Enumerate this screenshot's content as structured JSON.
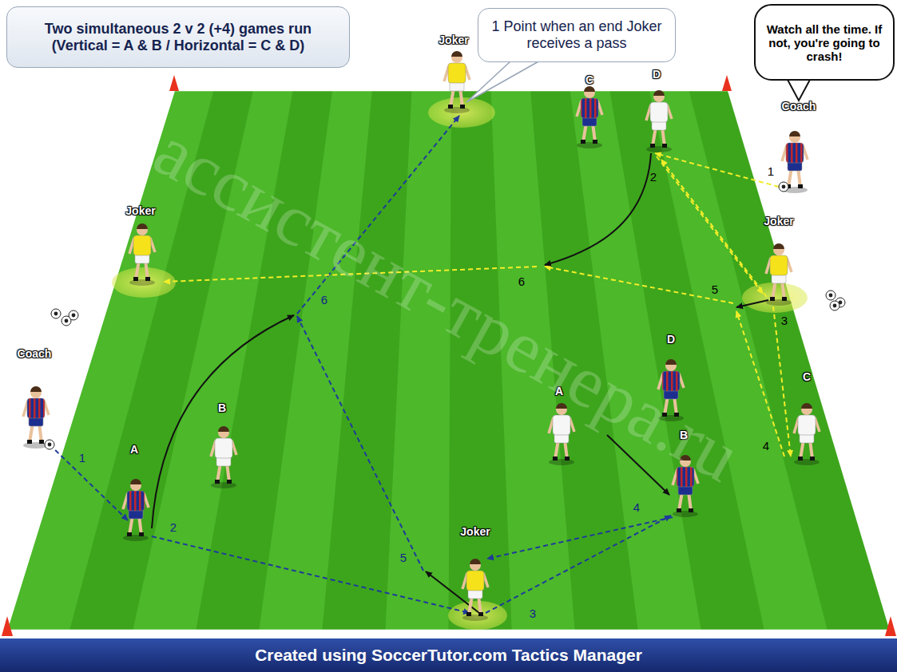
{
  "diagram": {
    "nodes": [
      {
        "text": [
          "Two simultaneous 2 v 2 (+4) games run (Vertical = A & B  /  Horizontal = C & D)"
        ]
      },
      {
        "text": [
          "1 Point when an end Joker receives a pass"
        ]
      },
      {
        "text": [
          "Watch all the time. If not, you're going to crash!"
        ]
      },
      {
        "text": [
          "Created using SoccerTutor.com Tactics Manager"
        ]
      }
    ],
    "labels": [
      "Joker",
      "C",
      "D",
      "Coach",
      "1",
      "2",
      "Joker",
      "Joker",
      "6",
      "6",
      "5",
      "3",
      "D",
      "Coach",
      "C",
      "A",
      "B",
      "B",
      "4",
      "1",
      "A",
      "2",
      "4",
      "Joker",
      "5",
      "3",
      "ассистент-тренера.ru"
    ]
  }
}
